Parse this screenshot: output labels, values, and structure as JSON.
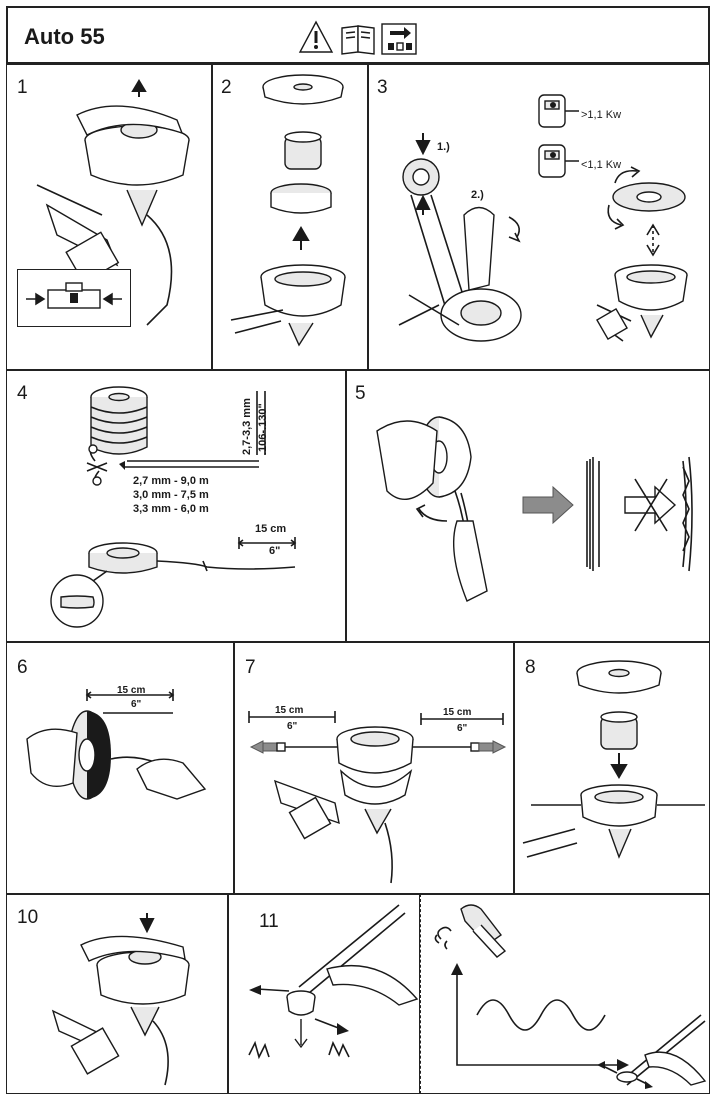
{
  "header": {
    "title": "Auto 55",
    "icons": [
      "warning-icon",
      "manual-book-icon",
      "device-reference-icon"
    ]
  },
  "steps": [
    {
      "number": "1"
    },
    {
      "number": "2"
    },
    {
      "number": "3",
      "labels": [
        "1.)",
        "2.)",
        ">1,1 Kw",
        "<1,1 Kw"
      ]
    },
    {
      "number": "4",
      "labels": [
        "2,7-3,3 mm",
        ".106-.130\"",
        "2,7 mm - 9,0 m",
        "3,0 mm - 7,5 m",
        "3,3 mm - 6,0 m",
        "15 cm",
        "6\""
      ]
    },
    {
      "number": "5"
    },
    {
      "number": "6",
      "labels": [
        "15 cm",
        "6\""
      ]
    },
    {
      "number": "7",
      "labels": [
        "15 cm",
        "6\"",
        "15 cm",
        "6\""
      ]
    },
    {
      "number": "8"
    },
    {
      "number": "10"
    },
    {
      "number": "11"
    }
  ]
}
